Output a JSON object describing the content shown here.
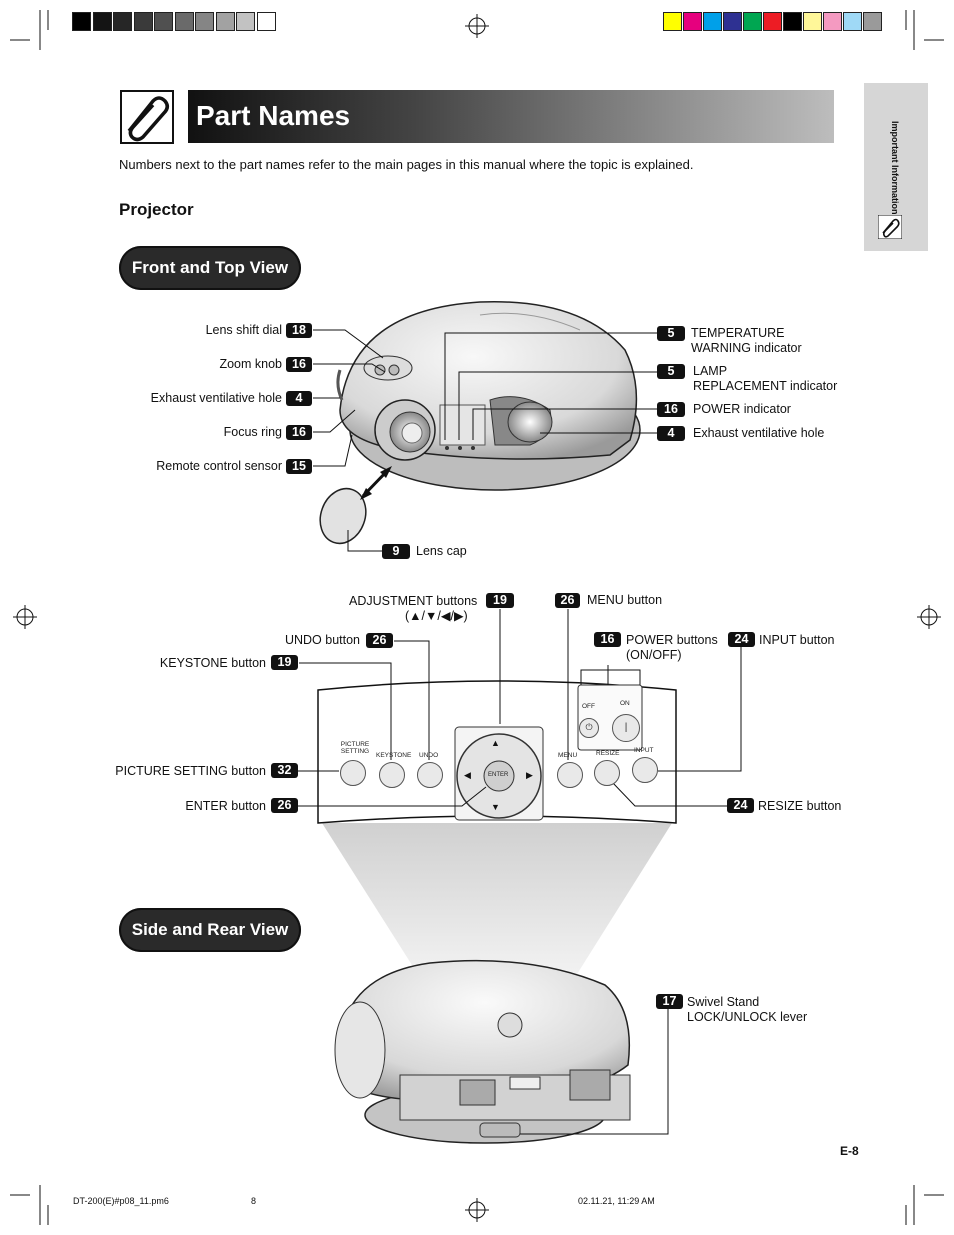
{
  "colors": {
    "header_gradient_start": "#111111",
    "header_gradient_end": "#bdbdbd",
    "side_tab": "#d6d6d6",
    "black_swatches": [
      "#000000",
      "#141414",
      "#262626",
      "#3a3a3a",
      "#505050",
      "#6a6a6a",
      "#858585",
      "#a2a2a2",
      "#c2c2c2",
      "#ffffff"
    ],
    "color_swatches": [
      "#ffff00",
      "#e6007e",
      "#00a0e9",
      "#2e3192",
      "#00a651",
      "#ed1c24",
      "#000000",
      "#fff799",
      "#f49ac1",
      "#9fd9f6",
      "#9a9a9a"
    ]
  },
  "header": {
    "title": "Part Names",
    "icon": "paperclip-icon"
  },
  "side_tab": {
    "label": "Important Information",
    "icon": "paperclip-icon"
  },
  "intro": "Numbers next to the part names refer to the main pages in this manual where the topic is explained.",
  "section_title": "Projector",
  "front_view": {
    "heading": "Front and Top View",
    "left_labels": [
      {
        "text": "Lens shift dial",
        "page": "18"
      },
      {
        "text": "Zoom knob",
        "page": "16"
      },
      {
        "text": "Exhaust ventilative hole",
        "page": "4"
      },
      {
        "text": "Focus ring",
        "page": "16"
      },
      {
        "text": "Remote control sensor",
        "page": "15"
      }
    ],
    "right_labels": [
      {
        "page": "5",
        "line1": "TEMPERATURE",
        "line2": "WARNING indicator"
      },
      {
        "page": "5",
        "line1": "LAMP",
        "line2": "REPLACEMENT indicator"
      },
      {
        "page": "16",
        "line1": "POWER indicator",
        "line2": ""
      },
      {
        "page": "4",
        "line1": "Exhaust ventilative hole",
        "line2": ""
      }
    ],
    "lens_cap": {
      "page": "9",
      "text": "Lens cap"
    }
  },
  "panel": {
    "adjustment": {
      "text": "ADJUSTMENT buttons",
      "sub": "(▲/▼/◀/▶)",
      "page": "19"
    },
    "menu": {
      "page": "26",
      "text": "MENU button"
    },
    "undo": {
      "text": "UNDO button",
      "page": "26"
    },
    "power": {
      "page": "16",
      "line1": "POWER buttons",
      "line2": "(ON/OFF)"
    },
    "input": {
      "page": "24",
      "text": "INPUT button"
    },
    "keystone": {
      "text": "KEYSTONE button",
      "page": "19"
    },
    "picture_setting": {
      "text": "PICTURE SETTING button",
      "page": "32"
    },
    "enter": {
      "text": "ENTER button",
      "page": "26"
    },
    "resize": {
      "page": "24",
      "text": "RESIZE button"
    },
    "button_text": {
      "picture_setting": "PICTURE SETTING",
      "keystone": "KEYSTONE",
      "undo": "UNDO",
      "enter": "ENTER",
      "menu": "MENU",
      "resize": "RESIZE",
      "input": "INPUT",
      "off": "OFF",
      "on": "ON"
    }
  },
  "side_view": {
    "heading": "Side and Rear View",
    "swivel": {
      "page": "17",
      "line1": "Swivel Stand",
      "line2": "LOCK/UNLOCK lever"
    }
  },
  "page_number": "E-8",
  "footer": {
    "file": "DT-200(E)#p08_11.pm6",
    "page": "8",
    "date": "02.11.21, 11:29 AM"
  }
}
